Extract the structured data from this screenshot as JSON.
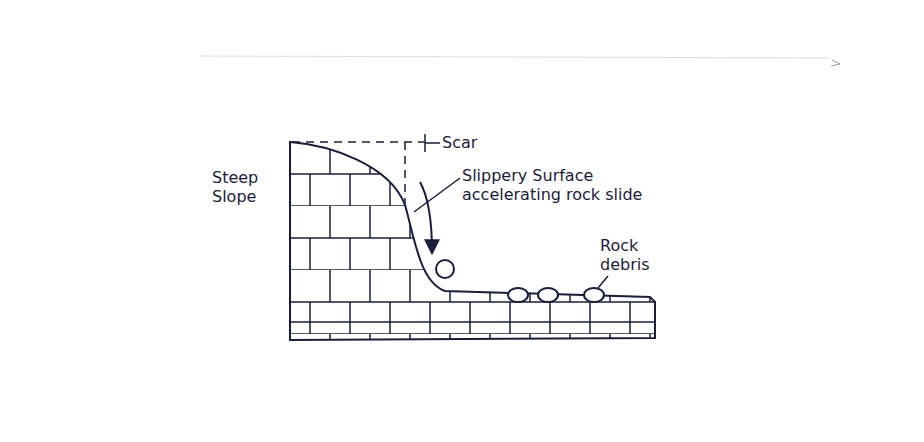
{
  "diagram": {
    "labels": [
      "Steep Slope",
      "Scar",
      "Slippery Surface accelerating rock slide",
      "Rock debris"
    ]
  }
}
